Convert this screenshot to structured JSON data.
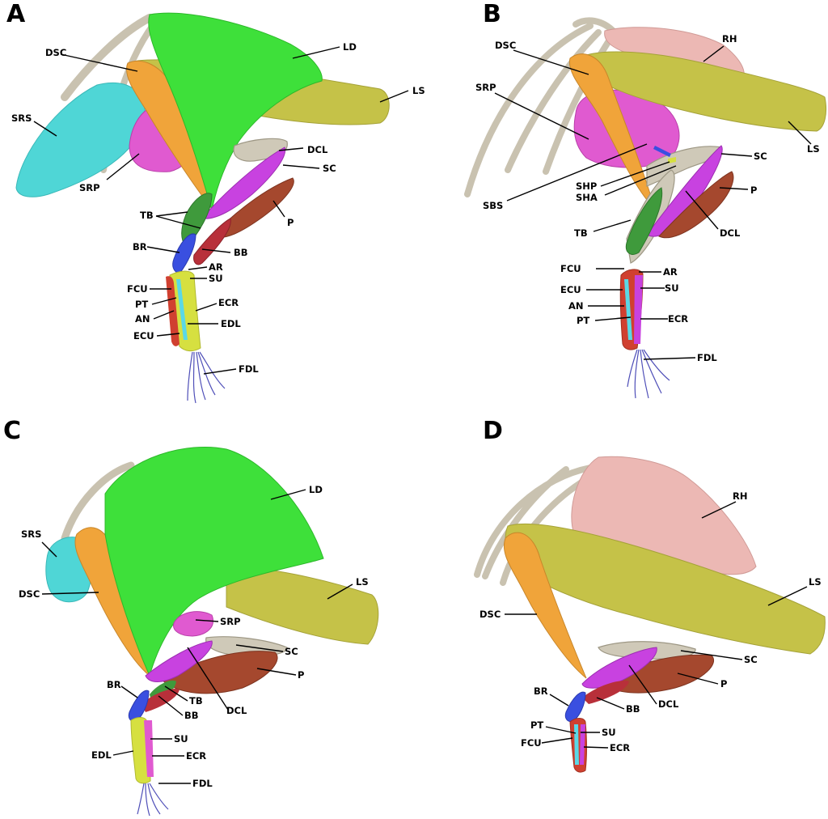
{
  "panels": [
    {
      "letter": "A",
      "labels": {
        "LD": "LD",
        "LS": "LS",
        "DSC": "DSC",
        "SRS": "SRS",
        "SRP": "SRP",
        "DCL": "DCL",
        "SC": "SC",
        "TB": "TB",
        "P": "P",
        "BR": "BR",
        "BB": "BB",
        "AR": "AR",
        "SU": "SU",
        "FCU": "FCU",
        "PT": "PT",
        "AN": "AN",
        "ECR": "ECR",
        "EDL": "EDL",
        "ECU": "ECU",
        "FDL": "FDL"
      }
    },
    {
      "letter": "B",
      "labels": {
        "RH": "RH",
        "DSC": "DSC",
        "SRP": "SRP",
        "LS": "LS",
        "SC": "SC",
        "SHP": "SHP",
        "SHA": "SHA",
        "SBS": "SBS",
        "P": "P",
        "TB": "TB",
        "DCL": "DCL",
        "FCU": "FCU",
        "AR": "AR",
        "ECU": "ECU",
        "SU": "SU",
        "AN": "AN",
        "PT": "PT",
        "ECR": "ECR",
        "FDL": "FDL"
      }
    },
    {
      "letter": "C",
      "labels": {
        "LD": "LD",
        "SRS": "SRS",
        "DSC": "DSC",
        "LS": "LS",
        "SRP": "SRP",
        "SC": "SC",
        "P": "P",
        "BR": "BR",
        "TB": "TB",
        "BB": "BB",
        "DCL": "DCL",
        "SU": "SU",
        "EDL": "EDL",
        "ECR": "ECR",
        "FDL": "FDL"
      }
    },
    {
      "letter": "D",
      "labels": {
        "RH": "RH",
        "LS": "LS",
        "DSC": "DSC",
        "SC": "SC",
        "P": "P",
        "BR": "BR",
        "BB": "BB",
        "DCL": "DCL",
        "PT": "PT",
        "SU": "SU",
        "FCU": "FCU",
        "ECR": "ECR"
      }
    }
  ],
  "colors": {
    "LD": "#3ee03a",
    "LS": "#c5c248",
    "DSC": "#f0a43a",
    "SRS": "#4fd6d6",
    "SRP": "#e05ad0",
    "DCL": "#c842e0",
    "P": "#a5482e",
    "TB": "#3f9a3c",
    "BB": "#b8303a",
    "BR": "#3a4fe0",
    "RH": "#ecb8b4",
    "bone": "#cfc9b8",
    "forearm_yellow": "#d6e040",
    "forearm_cyan": "#5ad8e6",
    "tendon": "#4f4fb8"
  }
}
